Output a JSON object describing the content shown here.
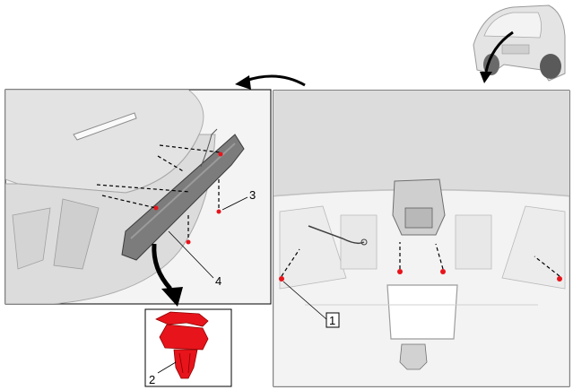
{
  "callouts": {
    "c1": "1",
    "c2": "2",
    "c3": "3",
    "c4": "4"
  },
  "colors": {
    "clip_red": "#e8141b",
    "panel_gray": "#d9d9d9",
    "line": "#000000"
  },
  "icons": {
    "vehicle": "suv-rear-view-icon",
    "arrow": "curved-arrow-icon",
    "clip": "push-clip-icon"
  }
}
